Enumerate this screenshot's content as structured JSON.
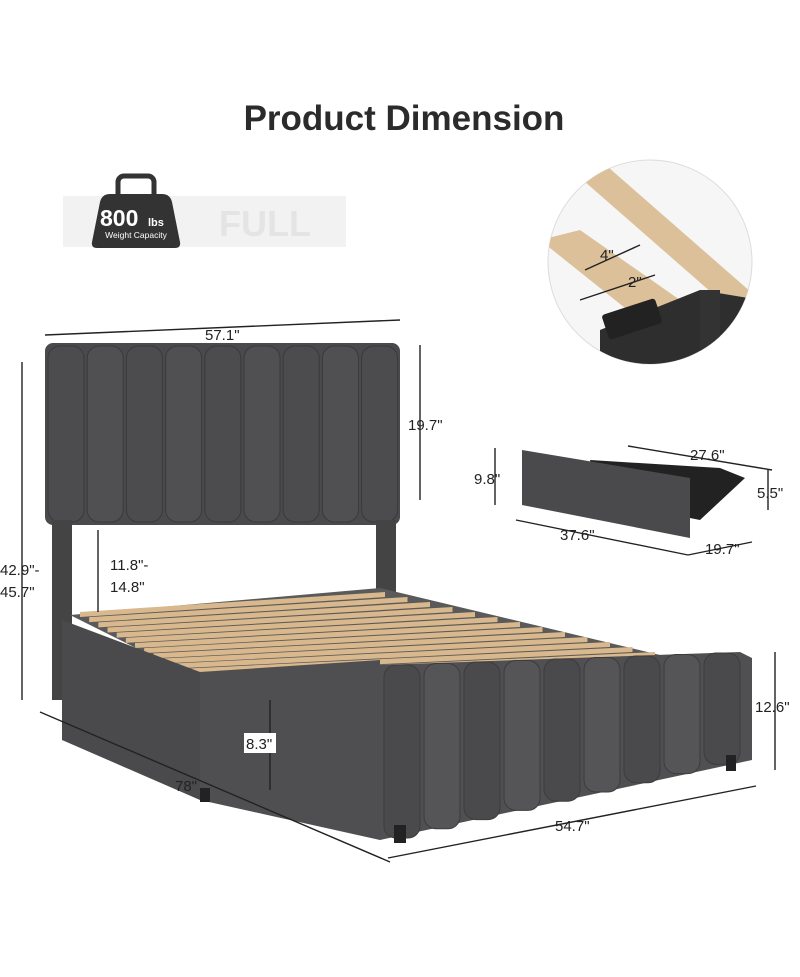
{
  "title": "Product Dimension",
  "badge": {
    "weight_value": "800",
    "weight_unit": "lbs",
    "weight_caption": "Weight Capacity",
    "size_label": "FULL",
    "icon": "weight-icon"
  },
  "dimensions": {
    "headboard_width": "57.1\"",
    "headboard_height": "19.7\"",
    "total_height_min": "42.9\"-",
    "total_height_max": "45.7\"",
    "clearance_min": "11.8\"-",
    "clearance_max": "14.8\"",
    "length": "78\"",
    "under_bed": "8.3\"",
    "width": "54.7\"",
    "footboard_height": "12.6\""
  },
  "drawer": {
    "front_height": "9.8\"",
    "inner_length": "27.6\"",
    "box_height": "5.5\"",
    "front_width": "37.6\"",
    "depth": "19.7\""
  },
  "slat": {
    "width": "4\"",
    "gap": "2\""
  },
  "colors": {
    "fabric": "#4a4a4c",
    "wood": "#d8b88c",
    "badge_bg": "#f2f2f2",
    "text": "#2b2b2b"
  }
}
